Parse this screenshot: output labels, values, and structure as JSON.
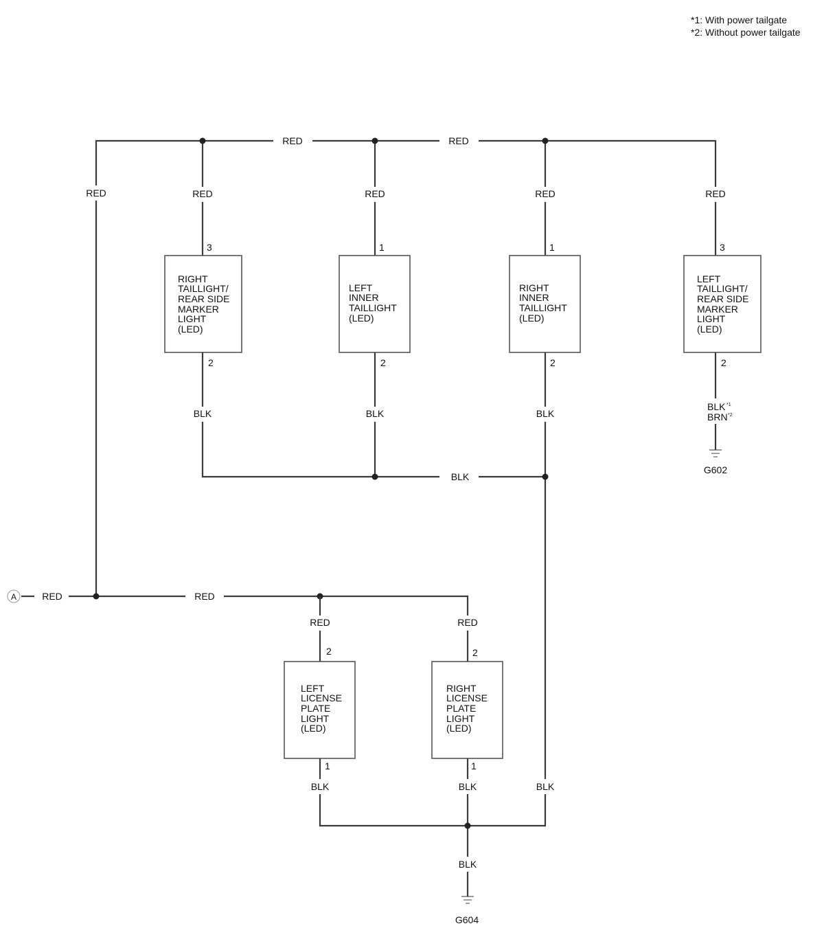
{
  "notes": [
    "*1: With power tailgate",
    "*2: Without power tailgate"
  ],
  "connector": "A",
  "wire_labels": {
    "red_top_1": "RED",
    "red_top_2": "RED",
    "red_left": "RED",
    "red_rt": "RED",
    "red_li": "RED",
    "red_ri": "RED",
    "red_lt": "RED",
    "red_a": "RED",
    "red_mid": "RED",
    "red_llp": "RED",
    "red_rlp": "RED",
    "blk_rt": "BLK",
    "blk_li": "BLK",
    "blk_ri": "BLK",
    "blk_mid": "BLK",
    "blk_llp": "BLK",
    "blk_rlp": "BLK",
    "blk_right": "BLK",
    "blk_g604": "BLK",
    "blk_lt": "BLK",
    "blk_lt_sup": "*1",
    "brn_lt": "BRN",
    "brn_lt_sup": "*2"
  },
  "pins": {
    "rt_top": "3",
    "rt_bot": "2",
    "li_top": "1",
    "li_bot": "2",
    "ri_top": "1",
    "ri_bot": "2",
    "lt_top": "3",
    "lt_bot": "2",
    "llp_top": "2",
    "llp_bot": "1",
    "rlp_top": "2",
    "rlp_bot": "1"
  },
  "components": {
    "right_taillight": [
      "RIGHT",
      "TAILLIGHT/",
      "REAR SIDE",
      "MARKER",
      "LIGHT",
      "(LED)"
    ],
    "left_inner": [
      "LEFT",
      "INNER",
      "TAILLIGHT",
      "(LED)"
    ],
    "right_inner": [
      "RIGHT",
      "INNER",
      "TAILLIGHT",
      "(LED)"
    ],
    "left_taillight": [
      "LEFT",
      "TAILLIGHT/",
      "REAR SIDE",
      "MARKER",
      "LIGHT",
      "(LED)"
    ],
    "left_license": [
      "LEFT",
      "LICENSE",
      "PLATE",
      "LIGHT",
      "(LED)"
    ],
    "right_license": [
      "RIGHT",
      "LICENSE",
      "PLATE",
      "LIGHT",
      "(LED)"
    ]
  },
  "grounds": {
    "g602": "G602",
    "g604": "G604"
  }
}
